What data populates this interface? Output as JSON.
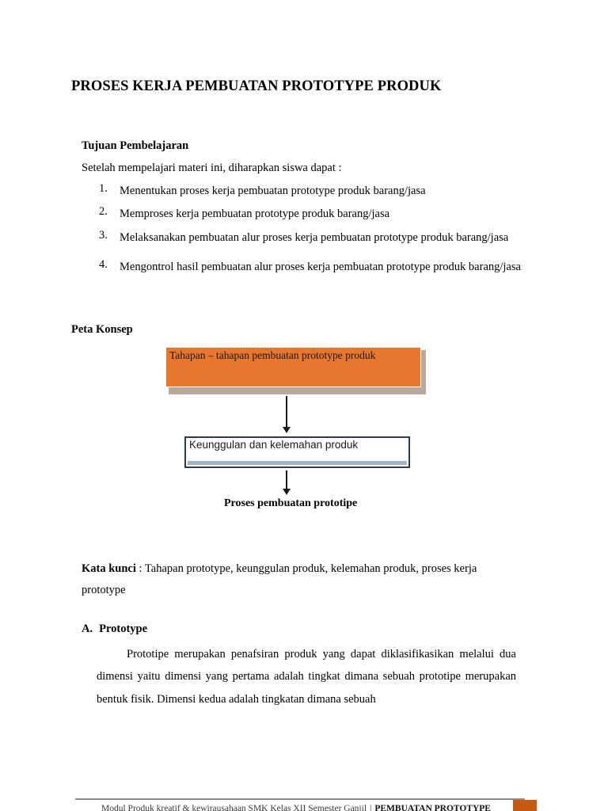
{
  "document": {
    "title": "PROSES KERJA PEMBUATAN PROTOTYPE PRODUK"
  },
  "objectives": {
    "heading": "Tujuan Pembelajaran",
    "intro": "Setelah mempelajari  materi ini, diharapkan siswa dapat :",
    "items": [
      {
        "number": "1.",
        "text": "Menentukan proses kerja pembuatan prototype produk barang/jasa"
      },
      {
        "number": "2.",
        "text": "Memproses kerja pembuatan prototype produk barang/jasa"
      },
      {
        "number": "3.",
        "text": "Melaksanakan pembuatan alur proses kerja pembuatan prototype produk barang/jasa"
      },
      {
        "number": "4.",
        "text": "Mengontrol hasil pembuatan alur proses kerja pembuatan prototype produk barang/jasa"
      }
    ]
  },
  "concept_map": {
    "heading": "Peta Konsep",
    "box_top": "Tahapan – tahapan pembuatan prototype produk",
    "box_middle": "Keunggulan dan kelemahan produk",
    "caption": "Proses pembuatan prototipe",
    "colors": {
      "box_top_fill": "#e8772e",
      "box_top_shadow": "#b9a99c",
      "box_middle_border": "#2d3a4f",
      "box_middle_strip": "#9eb4cd",
      "arrow": "#1a1a1a"
    }
  },
  "keywords": {
    "label": "Kata kunci",
    "separator": " : ",
    "text": "Tahapan prototype, keunggulan produk, kelemahan produk, proses kerja prototype"
  },
  "section_a": {
    "marker": "A.",
    "heading": "Prototype",
    "paragraph": "Prototipe merupakan penafsiran produk yang dapat diklasifikasikan melalui dua dimensi yaitu dimensi yang pertama adalah tingkat dimana sebuah prototipe merupakan bentuk fisik. Dimensi kedua adalah tingkatan dimana  sebuah"
  },
  "footer": {
    "left_text": "Modul Produk kreatif & kewirausahaan SMK Kelas XII Semester Ganjil",
    "separator": "|",
    "right_text": "PEMBUATAN PROTOTYPE",
    "badge_color": "#c55a11"
  }
}
